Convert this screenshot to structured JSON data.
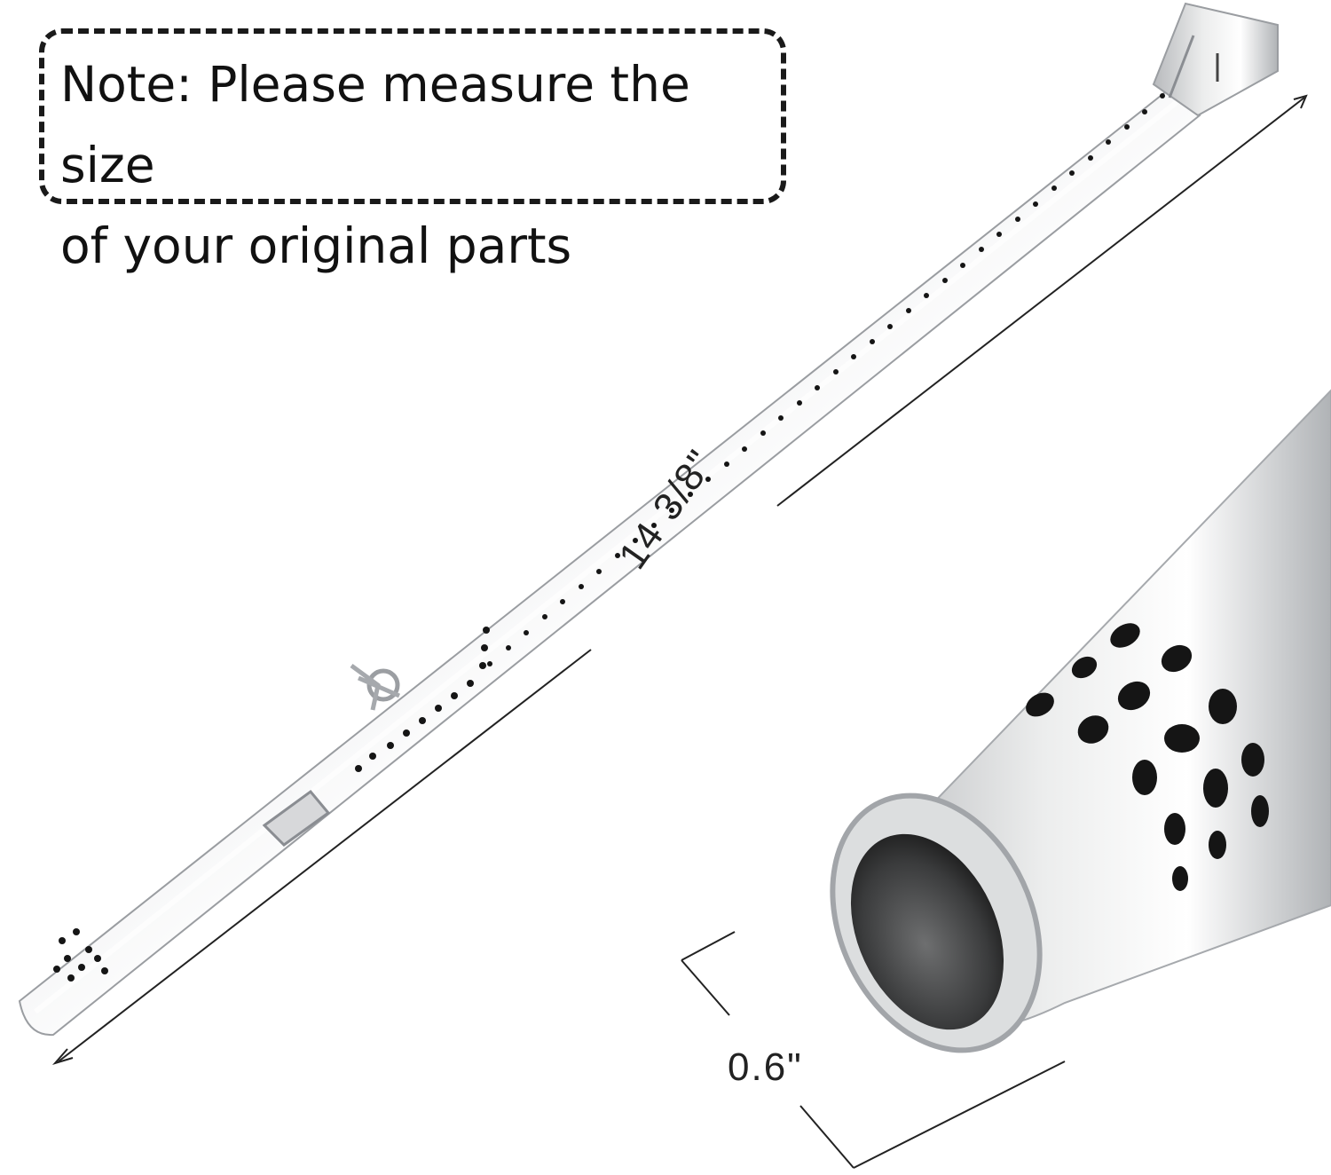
{
  "note": {
    "line1": "Note: Please measure the size",
    "line2": "of your original parts"
  },
  "dimensions": {
    "length_label": "14 3/8\"",
    "diameter_label": "0.6\""
  },
  "colors": {
    "steel_light": "#f2f3f4",
    "steel_mid": "#c9cbcd",
    "steel_dark": "#7d8085",
    "hole": "#151515",
    "border": "#1a1a1a"
  }
}
